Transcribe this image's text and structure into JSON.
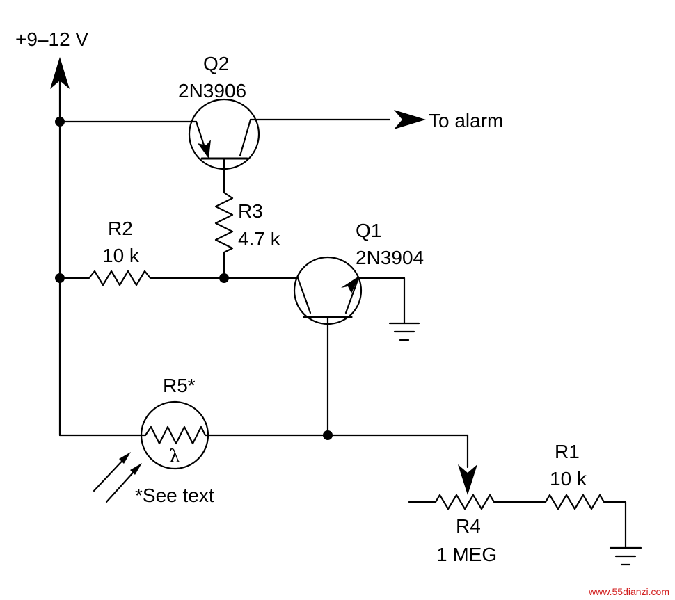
{
  "supply": {
    "label": "+9–12 V"
  },
  "q2": {
    "ref": "Q2",
    "part": "2N3906"
  },
  "q1": {
    "ref": "Q1",
    "part": "2N3904"
  },
  "output": {
    "label": "To alarm"
  },
  "r3": {
    "ref": "R3",
    "value": "4.7 k"
  },
  "r2": {
    "ref": "R2",
    "value": "10 k"
  },
  "r5": {
    "ref": "R5*",
    "symbol": "λ",
    "note": "*See text"
  },
  "r1": {
    "ref": "R1",
    "value": "10 k"
  },
  "r4": {
    "ref": "R4",
    "value": "1 MEG"
  },
  "watermark": {
    "text": "www.55dianzi.com",
    "color": "#d21e1e"
  }
}
